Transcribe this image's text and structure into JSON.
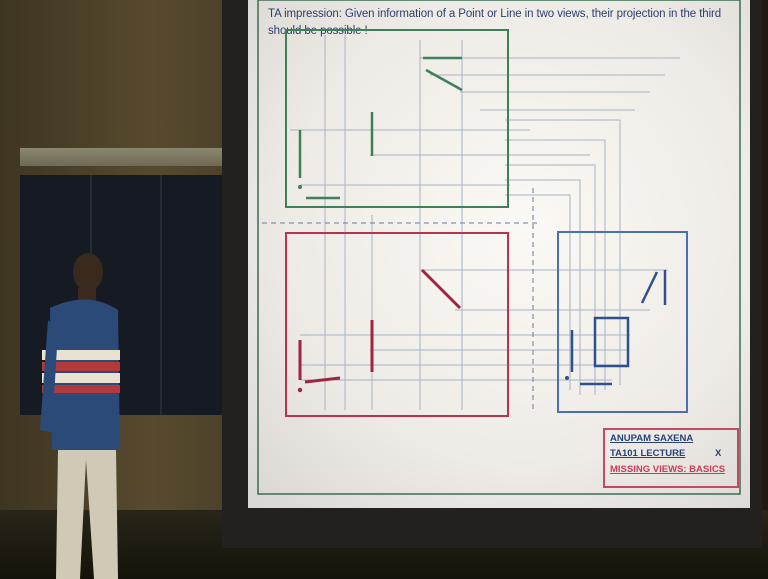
{
  "slide": {
    "title": "TA impression: Given information of a Point or Line in two views, their projection in the third should be possible !",
    "credit": {
      "author": "ANUPAM SAXENA",
      "course": "TA101   LECTURE",
      "lecture_number": "X",
      "topic": "MISSING VIEWS: BASICS"
    }
  },
  "colors": {
    "top_view_frame": "#3f7f5a",
    "front_view_frame": "#b8334d",
    "side_view_frame": "#4b6fb3",
    "projection_lines": "#a7b3c4",
    "credit_border": "#c24b63"
  }
}
